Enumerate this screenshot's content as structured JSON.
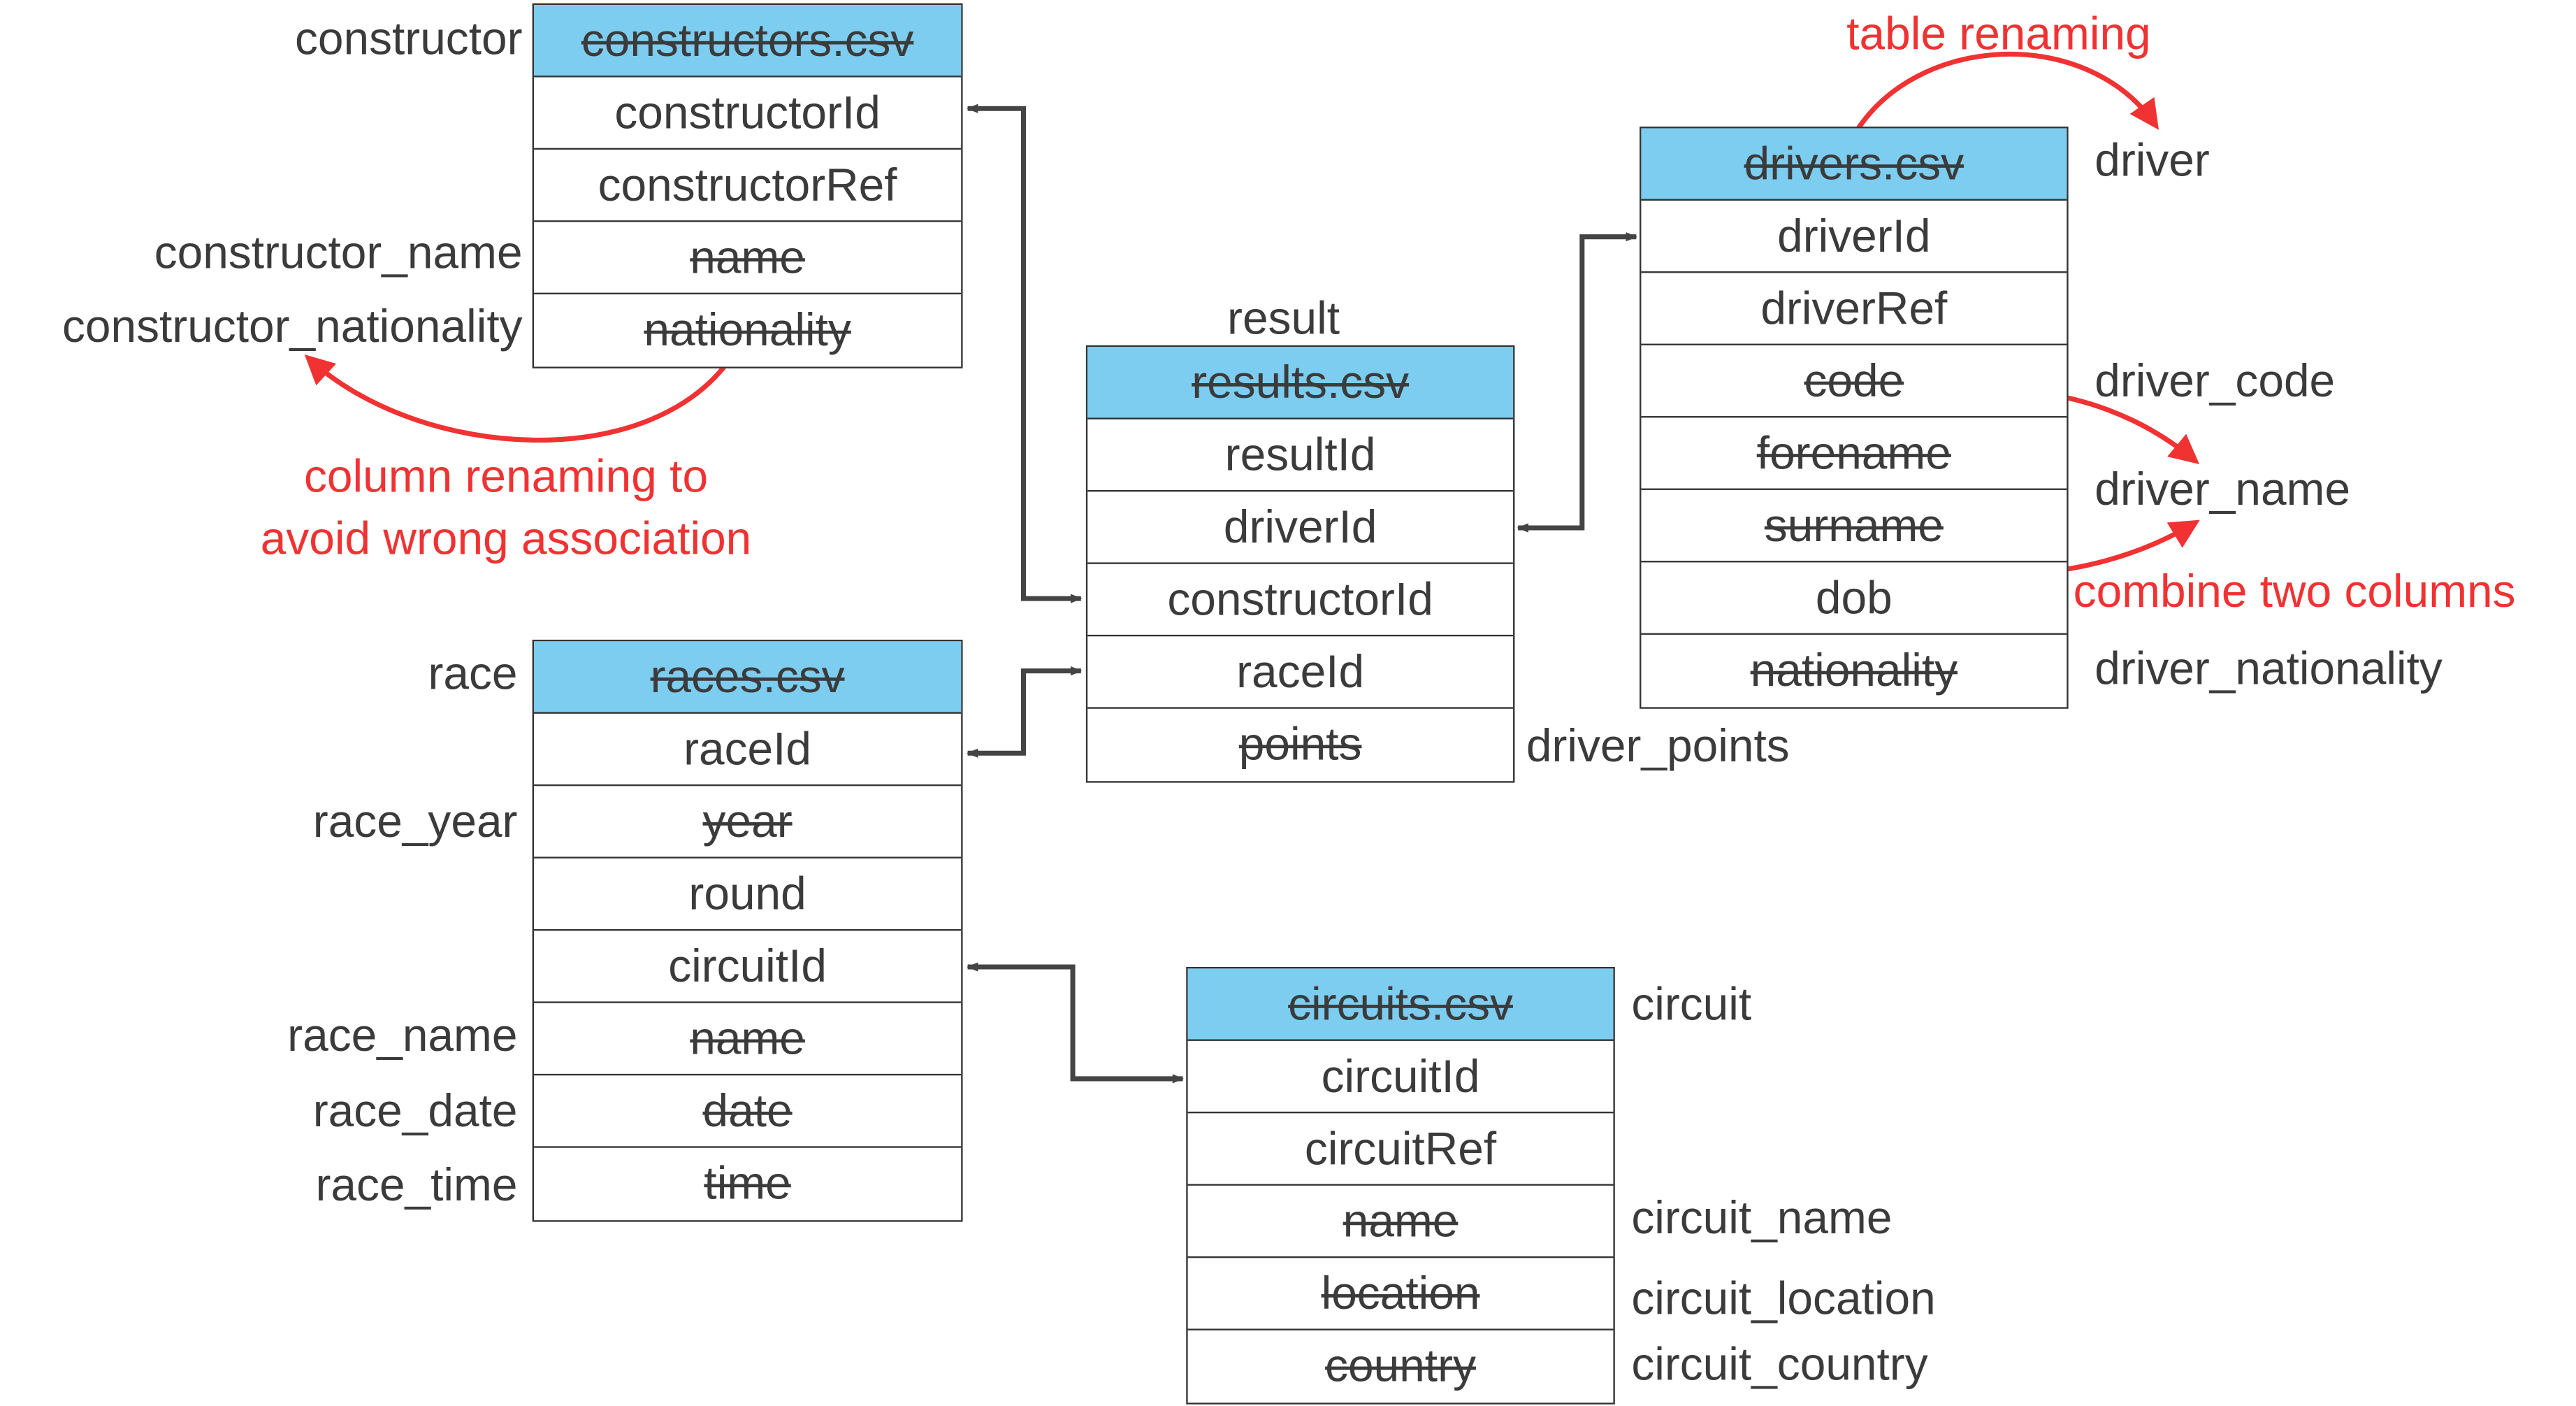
{
  "tables": {
    "constructors": {
      "file": "constructors.csv",
      "rows": [
        "constructorId",
        "constructorRef",
        "name",
        "nationality"
      ]
    },
    "results": {
      "file": "results.csv",
      "rows": [
        "resultId",
        "driverId",
        "constructorId",
        "raceId",
        "points"
      ]
    },
    "drivers": {
      "file": "drivers.csv",
      "rows": [
        "driverId",
        "driverRef",
        "code",
        "forename",
        "surname",
        "dob",
        "nationality"
      ]
    },
    "races": {
      "file": "races.csv",
      "rows": [
        "raceId",
        "year",
        "round",
        "circuitId",
        "name",
        "date",
        "time"
      ]
    },
    "circuits": {
      "file": "circuits.csv",
      "rows": [
        "circuitId",
        "circuitRef",
        "name",
        "location",
        "country"
      ]
    }
  },
  "labels": {
    "constructor": "constructor",
    "constructor_name": "constructor_name",
    "constructor_nationality": "constructor_nationality",
    "result": "result",
    "driver_points": "driver_points",
    "driver": "driver",
    "driver_code": "driver_code",
    "driver_name": "driver_name",
    "driver_nationality": "driver_nationality",
    "race": "race",
    "race_year": "race_year",
    "race_name": "race_name",
    "race_date": "race_date",
    "race_time": "race_time",
    "circuit": "circuit",
    "circuit_name": "circuit_name",
    "circuit_location": "circuit_location",
    "circuit_country": "circuit_country"
  },
  "annotations": {
    "table_renaming": "table renaming",
    "column_renaming_line1": "column renaming to",
    "column_renaming_line2": "avoid wrong association",
    "combine_columns": "combine two columns"
  },
  "colors": {
    "header_fill": "#7dcdf0",
    "annotation": "#f03232",
    "connector": "#444444",
    "text": "#3b3b3b"
  }
}
